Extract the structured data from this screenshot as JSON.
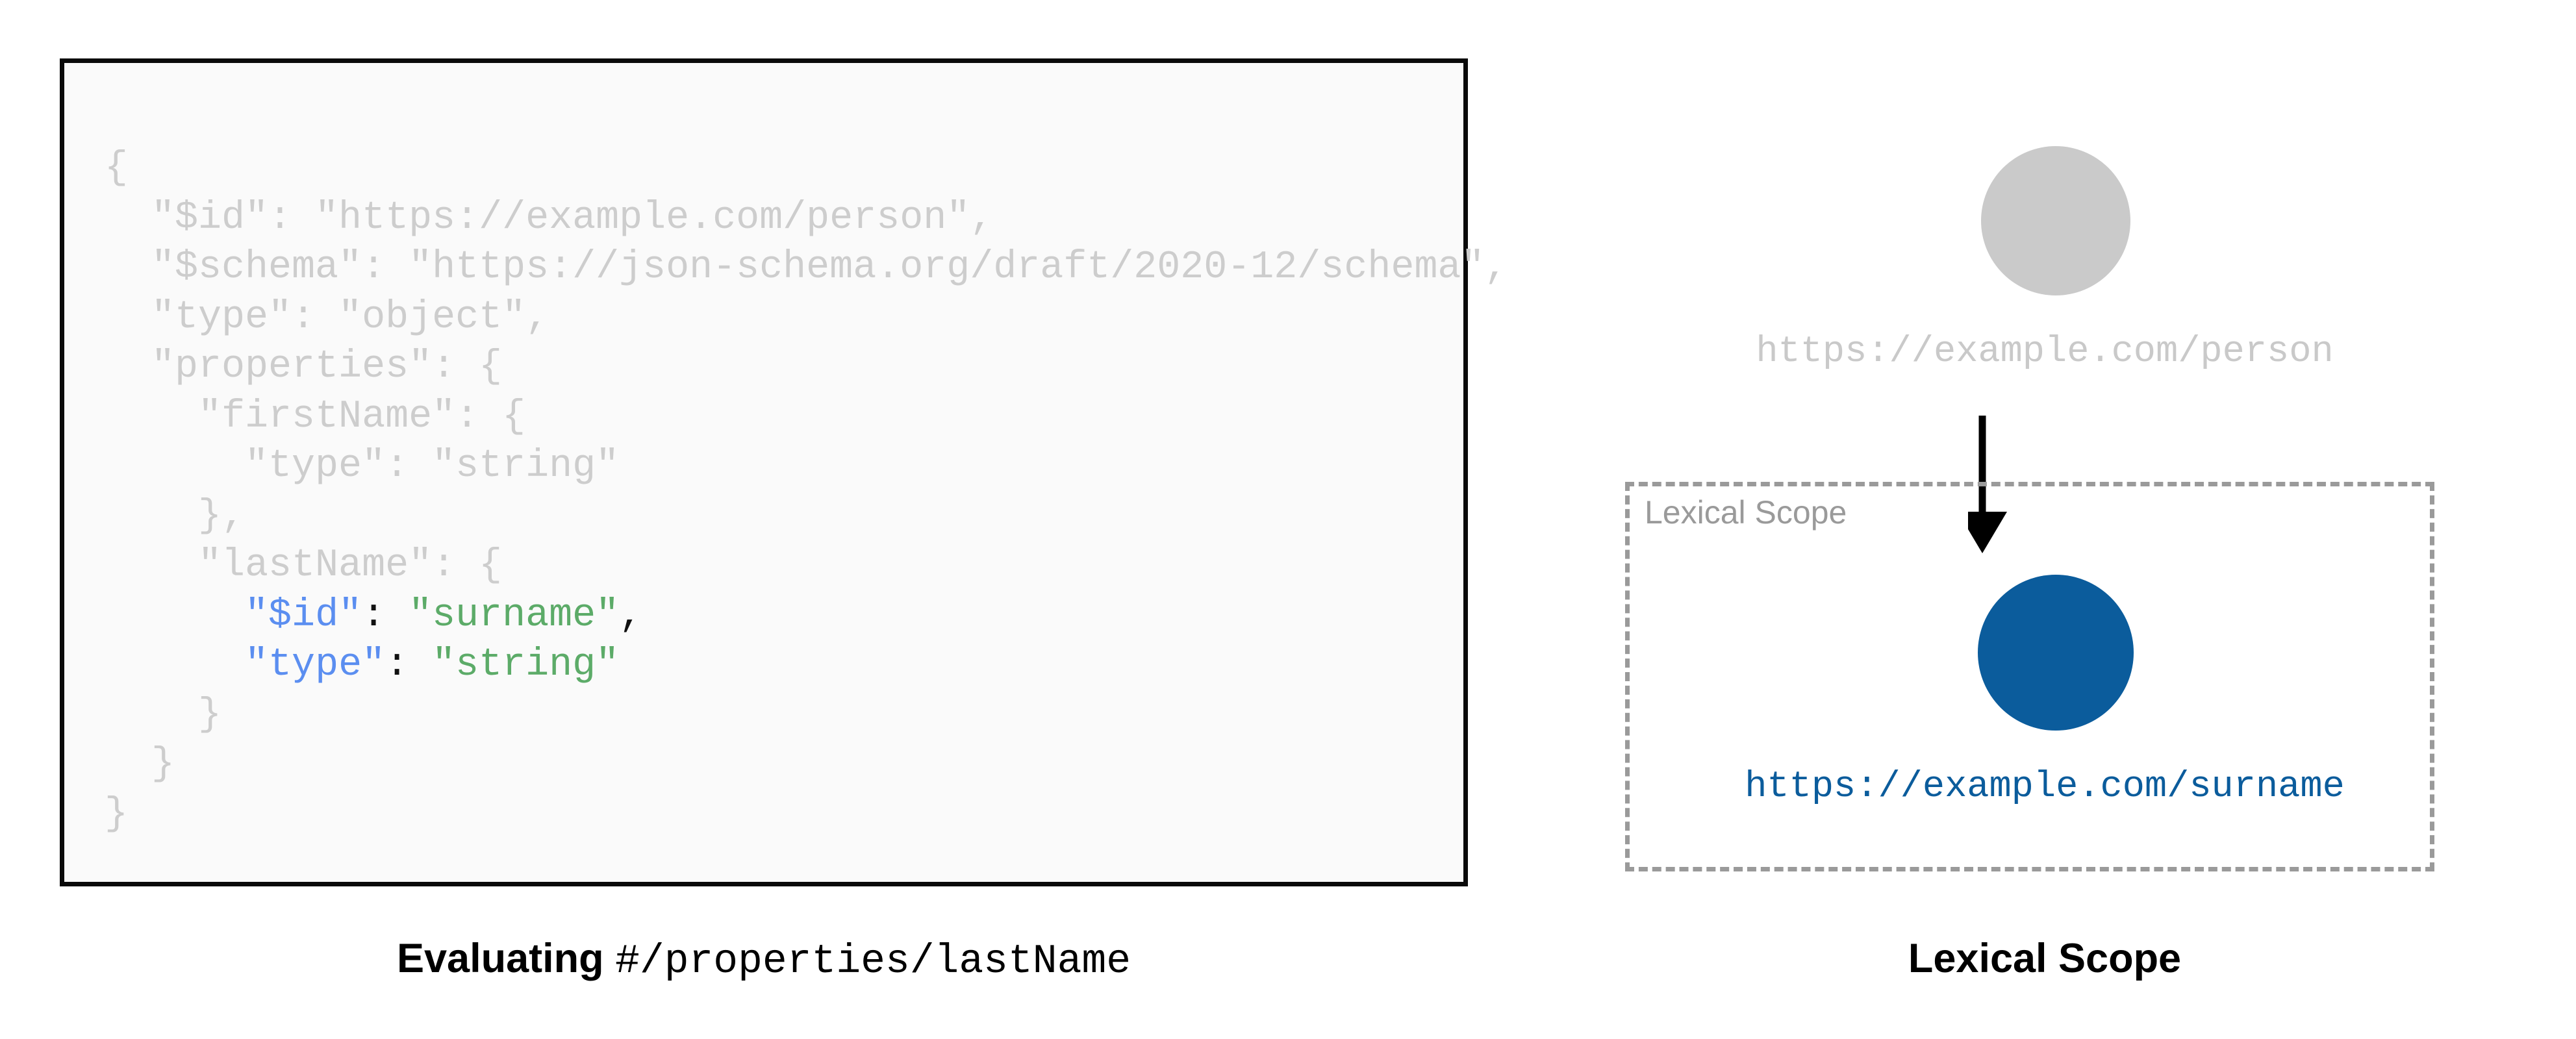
{
  "left": {
    "code_lines": [
      [
        {
          "t": "{",
          "c": "dim"
        }
      ],
      [
        {
          "t": "  \"$id\": \"https://example.com/person\",",
          "c": "dim"
        }
      ],
      [
        {
          "t": "  \"$schema\": \"https://json-schema.org/draft/2020-12/schema\",",
          "c": "dim"
        }
      ],
      [
        {
          "t": "  \"type\": \"object\",",
          "c": "dim"
        }
      ],
      [
        {
          "t": "  \"properties\": {",
          "c": "dim"
        }
      ],
      [
        {
          "t": "    \"firstName\": {",
          "c": "dim"
        }
      ],
      [
        {
          "t": "      \"type\": \"string\"",
          "c": "dim"
        }
      ],
      [
        {
          "t": "    },",
          "c": "dim"
        }
      ],
      [
        {
          "t": "    \"lastName\": {",
          "c": "dim"
        }
      ],
      [
        {
          "t": "      ",
          "c": "dim"
        },
        {
          "t": "\"$id\"",
          "c": "key"
        },
        {
          "t": ": ",
          "c": "punct"
        },
        {
          "t": "\"surname\"",
          "c": "str"
        },
        {
          "t": ",",
          "c": "punct"
        }
      ],
      [
        {
          "t": "      ",
          "c": "dim"
        },
        {
          "t": "\"type\"",
          "c": "key"
        },
        {
          "t": ": ",
          "c": "punct"
        },
        {
          "t": "\"string\"",
          "c": "str"
        }
      ],
      [
        {
          "t": "    }",
          "c": "dim"
        }
      ],
      [
        {
          "t": "  }",
          "c": "dim"
        }
      ],
      [
        {
          "t": "}",
          "c": "dim"
        }
      ]
    ],
    "caption_bold": "Evaluating",
    "caption_mono": "#/properties/lastName"
  },
  "right": {
    "root_node_label": "https://example.com/person",
    "scope_box_label": "Lexical Scope",
    "child_node_label": "https://example.com/surname",
    "caption": "Lexical Scope",
    "arrow_icon": "arrow-down-icon"
  },
  "colors": {
    "code_dim": "#cdcdcd",
    "code_key_blue": "#5b8ef0",
    "code_string_green": "#5cab68",
    "code_punct": "#111111",
    "code_panel_bg": "#fafafa",
    "code_panel_border": "#0a0a0a",
    "root_node_gray": "#cacaca",
    "child_node_blue": "#0b5c9c",
    "scope_dash_gray": "#9a9a9a",
    "arrow_black": "#000000",
    "page_bg": "#ffffff"
  }
}
